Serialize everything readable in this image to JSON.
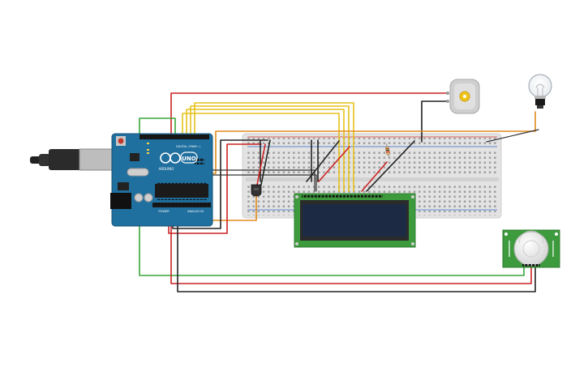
{
  "components": {
    "arduino": {
      "brand": "UNO",
      "board_label": "ARDUINO",
      "digital_label": "DIGITAL (PWM~)",
      "power_label": "POWER",
      "analog_label": "ANALOG IN"
    },
    "breadboard": {
      "present": true
    },
    "lcd": {
      "type": "16x2 LCD"
    },
    "dc_motor": {
      "present": true
    },
    "light_bulb": {
      "present": true
    },
    "pir_sensor": {
      "present": true
    },
    "temperature_sensor": {
      "present": true
    },
    "resistor": {
      "present": true
    }
  },
  "colors": {
    "arduino_board": "#1f6f9f",
    "breadboard": "#e6e6e6",
    "lcd_pcb": "#3d9b3d",
    "lcd_screen": "#1d2a44",
    "wire_red": "#cc2222",
    "wire_black": "#222222",
    "wire_yellow": "#e6c21a",
    "wire_green": "#3aa63a",
    "wire_orange": "#e08a1e"
  }
}
